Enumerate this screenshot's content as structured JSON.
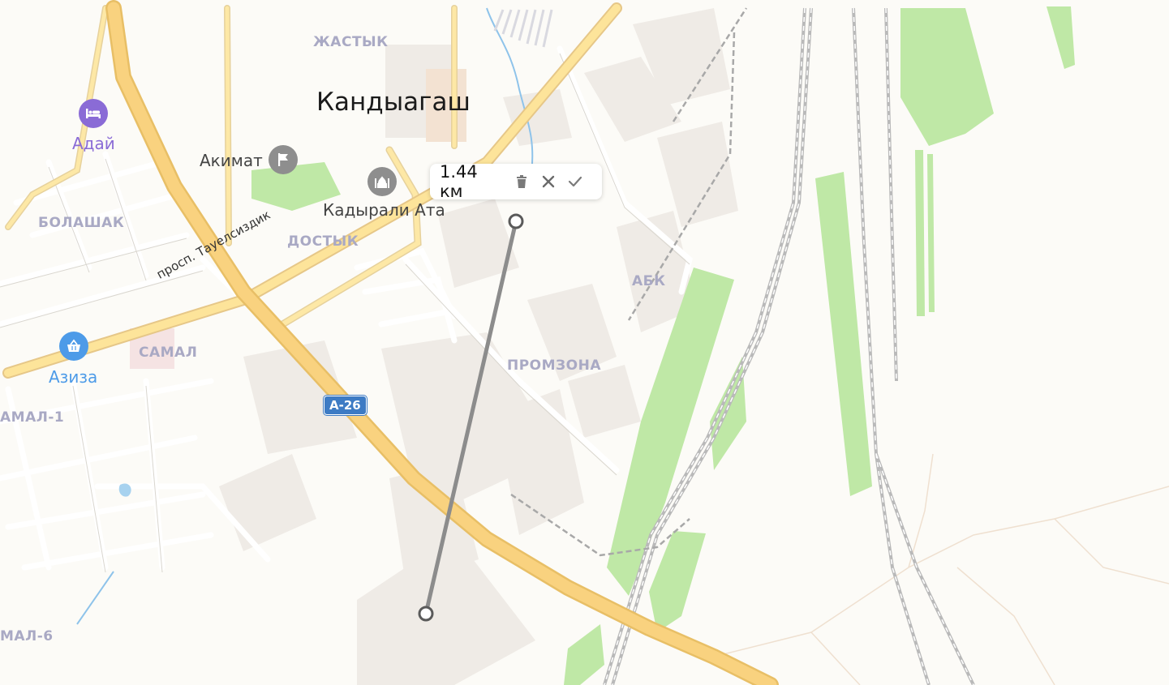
{
  "map": {
    "city_label": "Кандыагаш",
    "districts": {
      "zhastyk": "ЖАСТЫК",
      "bolashak": "БОЛАШАК",
      "dostyk": "ДОСТЫК",
      "samal": "САМАЛ",
      "samal1": "АМАЛ-1",
      "samal6": "МАЛ-6",
      "abk": "АБК",
      "promzona": "ПРОМЗОНА"
    },
    "street_label": "просп. Тауелсиздик",
    "road_shield": "A-26",
    "pois": {
      "adai": "Адай",
      "akimat": "Акимат",
      "kadyrali": "Кадырали Ата",
      "aziza": "Азиза"
    },
    "ruler": {
      "distance": "1.44 км"
    },
    "icons": {
      "hotel": "bed-icon",
      "government": "flag-icon",
      "mosque": "mosque-icon",
      "shop": "basket-icon",
      "delete": "trash-icon",
      "cancel": "close-icon",
      "confirm": "check-icon"
    },
    "colors": {
      "background": "#fcfbf7",
      "highway": "#f9d27f",
      "park": "#bfe8a6",
      "ruler_line": "#8c8c8c",
      "hotel_poi": "#8a6bd6",
      "shop_poi": "#4d9be8",
      "district_text": "#a9a9c4"
    }
  }
}
